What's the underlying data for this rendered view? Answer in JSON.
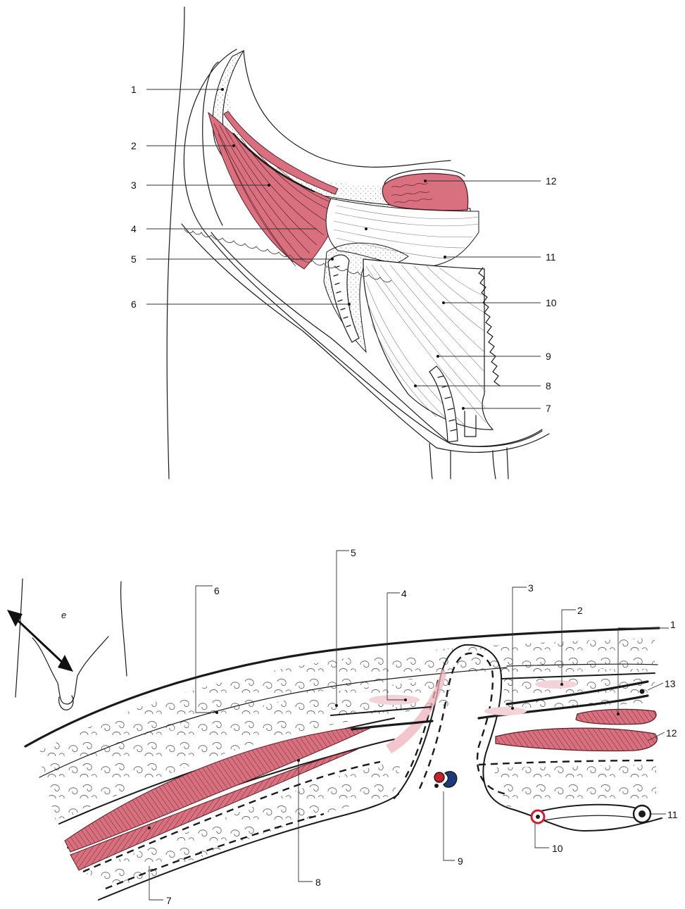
{
  "colors": {
    "muscle": "#d9707f",
    "muscle_light": "#efb3bd",
    "pink_tint": "#f3d2d8",
    "artery": "#c8202e",
    "vein": "#1f3a7a",
    "ink": "#1a1a1a",
    "background": "#ffffff"
  },
  "top_figure": {
    "labels_left": [
      "1",
      "2",
      "3",
      "4",
      "5",
      "6"
    ],
    "labels_right": [
      "12",
      "11",
      "10",
      "9",
      "8",
      "7"
    ]
  },
  "bottom_figure": {
    "labels_top": [
      "6",
      "5",
      "4",
      "3",
      "2",
      "1"
    ],
    "labels_right": [
      "13",
      "12",
      "11"
    ],
    "labels_bottom": [
      "7",
      "8",
      "9",
      "10"
    ],
    "inset": {
      "icon": "double-arrow-icon",
      "glyph": "e"
    }
  }
}
